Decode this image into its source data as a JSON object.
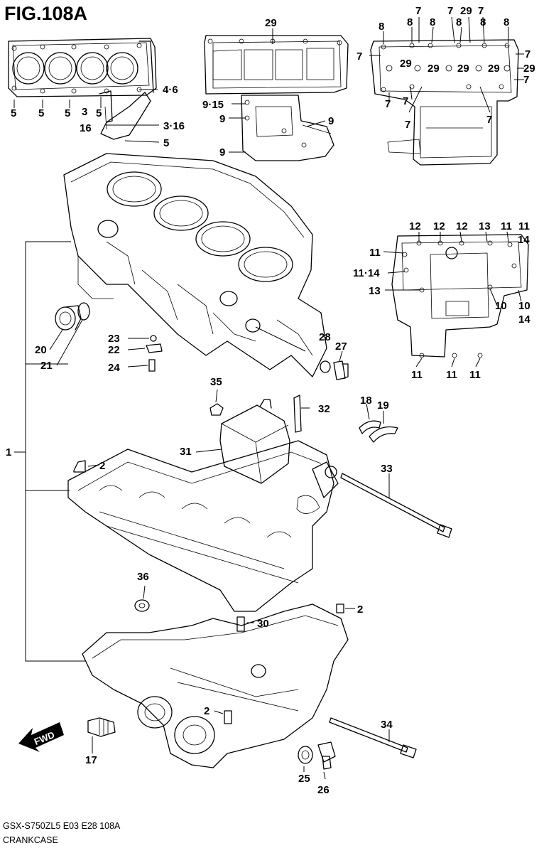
{
  "figure": {
    "title": "FIG.108A",
    "model_code": "GSX-S750ZL5  E03  E28  108A",
    "section_name": "CRANKCASE"
  },
  "fwd_label": "FWD",
  "callouts": {
    "top_left": [
      "4·6",
      "5",
      "5",
      "5",
      "5",
      "3",
      "16",
      "3·16",
      "5"
    ],
    "top_middle": [
      "29",
      "9·15",
      "9",
      "9",
      "9"
    ],
    "top_right": [
      "8",
      "7",
      "7",
      "29",
      "7",
      "8",
      "8",
      "8",
      "8",
      "8",
      "7",
      "7",
      "29",
      "29",
      "29",
      "29",
      "29",
      "7",
      "7",
      "7",
      "7",
      "7"
    ],
    "right_mid": [
      "12",
      "12",
      "12",
      "13",
      "11",
      "11",
      "11",
      "14",
      "11·14",
      "13",
      "10",
      "10",
      "14",
      "11",
      "11",
      "11"
    ],
    "main": [
      "20",
      "21",
      "23",
      "22",
      "24",
      "28",
      "27",
      "1",
      "35",
      "32",
      "31",
      "2",
      "18",
      "19",
      "33",
      "36",
      "2",
      "30",
      "2",
      "34",
      "17",
      "25",
      "26"
    ]
  }
}
